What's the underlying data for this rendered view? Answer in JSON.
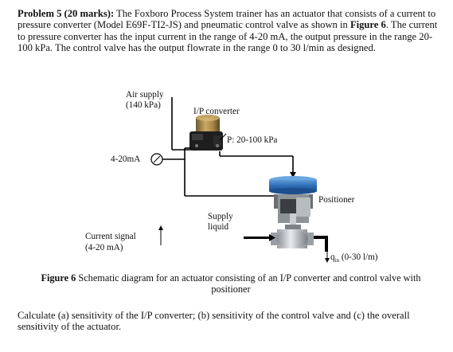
{
  "problem": {
    "heading": "Problem 5 (20 marks):",
    "text_1": " The Foxboro Process System trainer has an actuator that consists of a current to pressure converter (Model E69F-TI2-JS) and pneumatic control valve as shown in ",
    "figure_ref": "Figure 6",
    "text_2": ". The current to pressure converter has the input current in the range of 4-20 mA, the output pressure in the range 20-100 kPa. The control valve has the output flowrate in the range 0 to 30 l/min as designed."
  },
  "diagram": {
    "air_supply_line1": "Air supply",
    "air_supply_line2": "(140 kPa)",
    "ip_converter": "I/P converter",
    "pressure_range": "P: 20-100 kPa",
    "current_input": "4-20mA",
    "positioner": "Positioner",
    "supply_line1": "Supply",
    "supply_line2": "liquid",
    "current_signal_line1": "Current signal",
    "current_signal_line2": "(4-20 mA)",
    "flow_symbol": "q",
    "flow_subscript": "in",
    "flow_range": " (0-30 l/m)"
  },
  "caption": {
    "label": "Figure 6",
    "text": " Schematic diagram for an actuator consisting of an I/P converter and control valve with positioner"
  },
  "question": {
    "text": "Calculate (a) sensitivity of the I/P converter; (b) sensitivity of the control valve and (c) the overall sensitivity of the actuator."
  }
}
